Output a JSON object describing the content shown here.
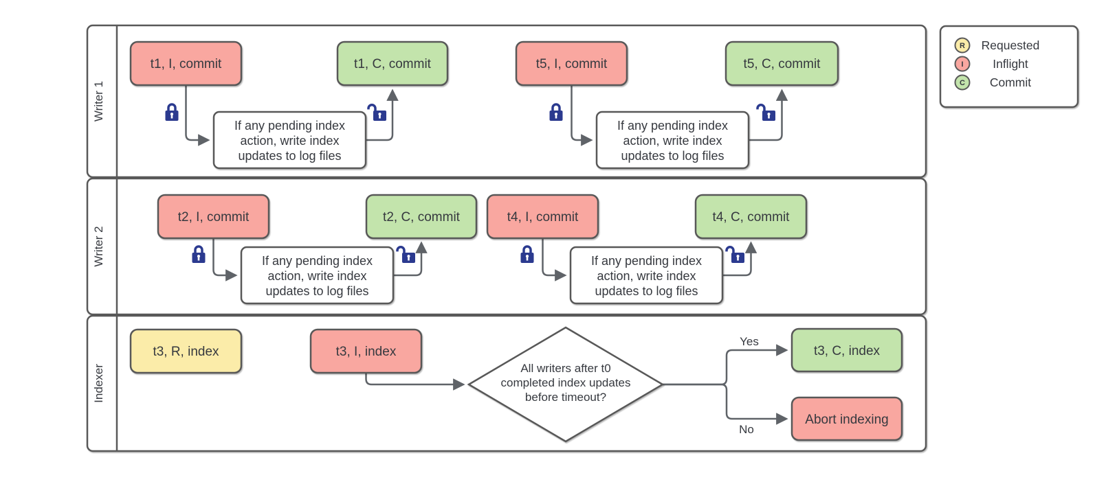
{
  "diagram": {
    "lanes": [
      {
        "label": "Writer 1"
      },
      {
        "label": "Writer 2"
      },
      {
        "label": "Indexer"
      }
    ],
    "nodes": {
      "t1_inflight": "t1, I, commit",
      "t1_commit": "t1, C, commit",
      "t5_inflight": "t5, I, commit",
      "t5_commit": "t5, C, commit",
      "t2_inflight": "t2, I, commit",
      "t2_commit": "t2, C, commit",
      "t4_inflight": "t4, I, commit",
      "t4_commit": "t4, C, commit",
      "t3_requested": "t3, R, index",
      "t3_inflight": "t3, I, index",
      "t3_commit": "t3, C, index",
      "abort": "Abort indexing"
    },
    "process_lines": [
      "If any pending index",
      "action, write index",
      "updates to log files"
    ],
    "decision_lines": [
      "All writers after t0",
      "completed index updates",
      "before timeout?"
    ],
    "branch_labels": {
      "yes": "Yes",
      "no": "No"
    }
  },
  "legend": {
    "items": [
      {
        "letter": "R",
        "label": "Requested",
        "state": "requested"
      },
      {
        "letter": "I",
        "label": "Inflight",
        "state": "inflight"
      },
      {
        "letter": "C",
        "label": "Commit",
        "state": "commit"
      }
    ]
  },
  "icons": {
    "locked": "closed-lock",
    "unlocked": "open-lock"
  },
  "colors": {
    "requested": "#fbeca9",
    "inflight": "#f9a7a0",
    "commit": "#c3e4ac",
    "stroke": "#595959",
    "connector": "#5f6368",
    "lock": "#2b3a8f",
    "text": "#36393f"
  }
}
